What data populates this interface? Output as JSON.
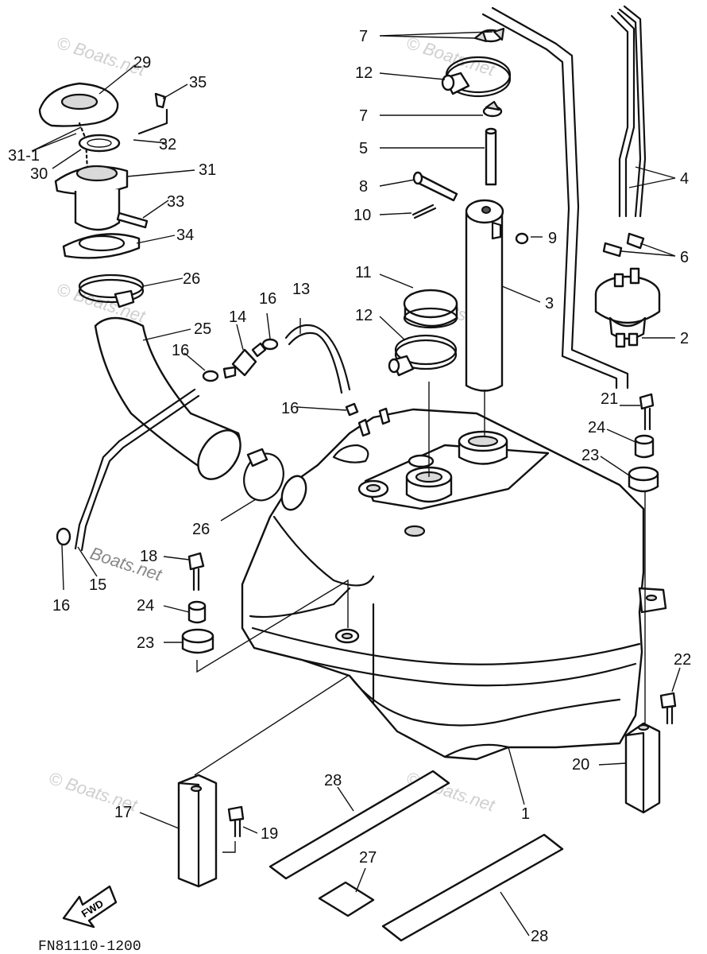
{
  "diagram": {
    "caption": "FN81110-1200",
    "fwd_label": "FWD",
    "watermark": "© Boats.net",
    "watermark_plain": "Boats.net",
    "callouts": [
      {
        "id": "c7a",
        "text": "7"
      },
      {
        "id": "c12a",
        "text": "12"
      },
      {
        "id": "c7b",
        "text": "7"
      },
      {
        "id": "c5",
        "text": "5"
      },
      {
        "id": "c8",
        "text": "8"
      },
      {
        "id": "c10",
        "text": "10"
      },
      {
        "id": "c9",
        "text": "9"
      },
      {
        "id": "c4",
        "text": "4"
      },
      {
        "id": "c6",
        "text": "6"
      },
      {
        "id": "c11",
        "text": "11"
      },
      {
        "id": "c12b",
        "text": "12"
      },
      {
        "id": "c3",
        "text": "3"
      },
      {
        "id": "c2",
        "text": "2"
      },
      {
        "id": "c29",
        "text": "29"
      },
      {
        "id": "c35",
        "text": "35"
      },
      {
        "id": "c311",
        "text": "31-1"
      },
      {
        "id": "c32",
        "text": "32"
      },
      {
        "id": "c30",
        "text": "30"
      },
      {
        "id": "c31",
        "text": "31"
      },
      {
        "id": "c33",
        "text": "33"
      },
      {
        "id": "c34",
        "text": "34"
      },
      {
        "id": "c26a",
        "text": "26"
      },
      {
        "id": "c25",
        "text": "25"
      },
      {
        "id": "c14",
        "text": "14"
      },
      {
        "id": "c16a",
        "text": "16"
      },
      {
        "id": "c13",
        "text": "13"
      },
      {
        "id": "c16b",
        "text": "16"
      },
      {
        "id": "c16c",
        "text": "16"
      },
      {
        "id": "c21",
        "text": "21"
      },
      {
        "id": "c24a",
        "text": "24"
      },
      {
        "id": "c23a",
        "text": "23"
      },
      {
        "id": "c26b",
        "text": "26"
      },
      {
        "id": "c18",
        "text": "18"
      },
      {
        "id": "c15",
        "text": "15"
      },
      {
        "id": "c16d",
        "text": "16"
      },
      {
        "id": "c24b",
        "text": "24"
      },
      {
        "id": "c23b",
        "text": "23"
      },
      {
        "id": "c22",
        "text": "22"
      },
      {
        "id": "c20",
        "text": "20"
      },
      {
        "id": "c28a",
        "text": "28"
      },
      {
        "id": "c1",
        "text": "1"
      },
      {
        "id": "c17",
        "text": "17"
      },
      {
        "id": "c19",
        "text": "19"
      },
      {
        "id": "c27",
        "text": "27"
      },
      {
        "id": "c28b",
        "text": "28"
      }
    ]
  }
}
